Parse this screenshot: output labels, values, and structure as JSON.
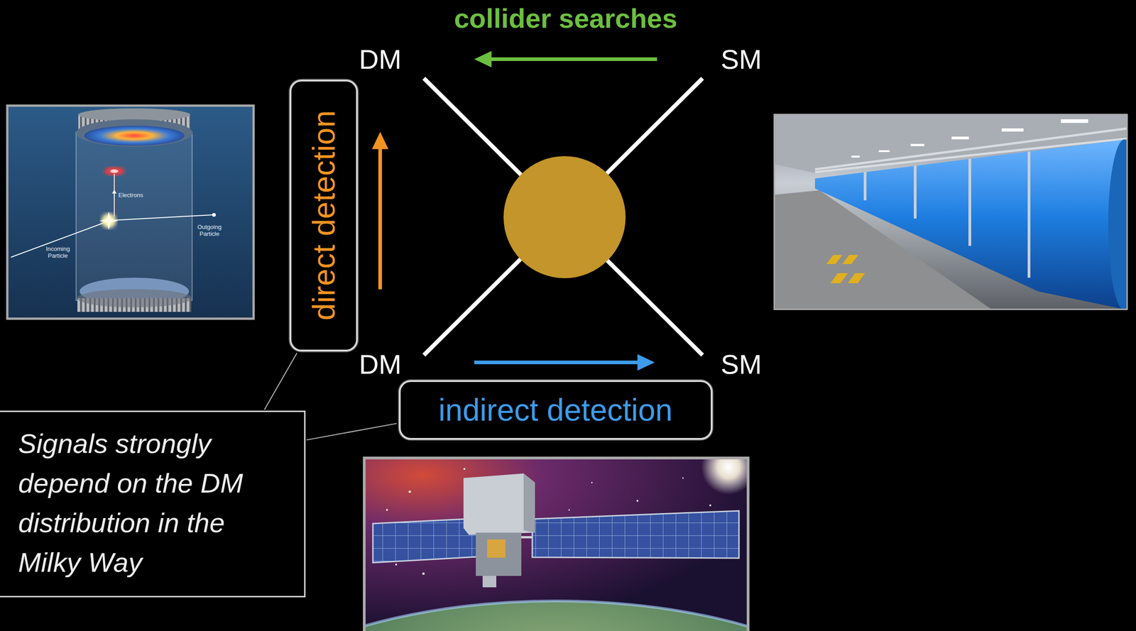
{
  "diagram": {
    "nodes": [
      {
        "text": [
          "DM"
        ]
      },
      {
        "text": [
          "SM"
        ]
      },
      {
        "text": [
          "direct detection"
        ]
      },
      {
        "text": [
          "DM"
        ]
      },
      {
        "text": [
          "SM"
        ]
      },
      {
        "text": [
          "indirect detection"
        ]
      },
      {
        "text": [
          "Signals strongly depend on the DM distribution in the Milky Way"
        ]
      }
    ],
    "edges": [
      {
        "from": 1,
        "to": 0,
        "arrow": "to",
        "label": "collider searches"
      },
      {
        "from": 3,
        "to": 0,
        "arrow": "to"
      },
      {
        "from": 3,
        "to": 4,
        "arrow": "to"
      },
      {
        "from": 6,
        "to": 2,
        "arrow": "none"
      },
      {
        "from": 6,
        "to": 5,
        "arrow": "none"
      }
    ],
    "labels": [
      "Electrons",
      "Outgoing Particle",
      "Incoming Particle"
    ]
  }
}
